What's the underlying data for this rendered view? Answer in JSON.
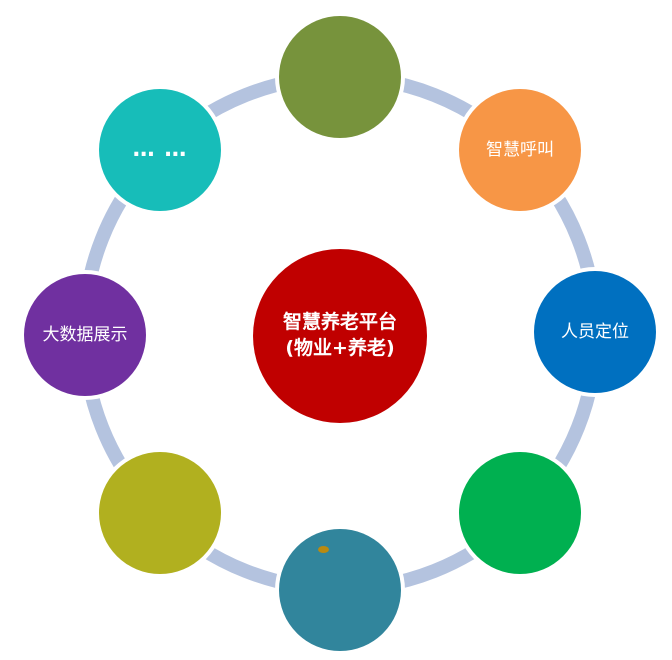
{
  "diagram": {
    "type": "hub-and-spoke",
    "ring_color": "#b4c3df",
    "hub": {
      "label_line1": "智慧养老平台",
      "label_line2": "(物业+养老)",
      "color": "#c00000"
    },
    "satellites": [
      {
        "position": "top",
        "label": "",
        "color": "#77933c"
      },
      {
        "position": "top-right",
        "label": "智慧呼叫",
        "color": "#f79646"
      },
      {
        "position": "right",
        "label": "人员定位",
        "color": "#0070c0"
      },
      {
        "position": "bottom-right",
        "label": "",
        "color": "#00b050"
      },
      {
        "position": "bottom",
        "label": "",
        "color": "#31859c"
      },
      {
        "position": "bottom-left",
        "label": "",
        "color": "#b1b01f"
      },
      {
        "position": "left",
        "label": "大数据展示",
        "color": "#7030a0"
      },
      {
        "position": "top-left",
        "label": "… …",
        "color": "#17bdb9"
      }
    ]
  }
}
